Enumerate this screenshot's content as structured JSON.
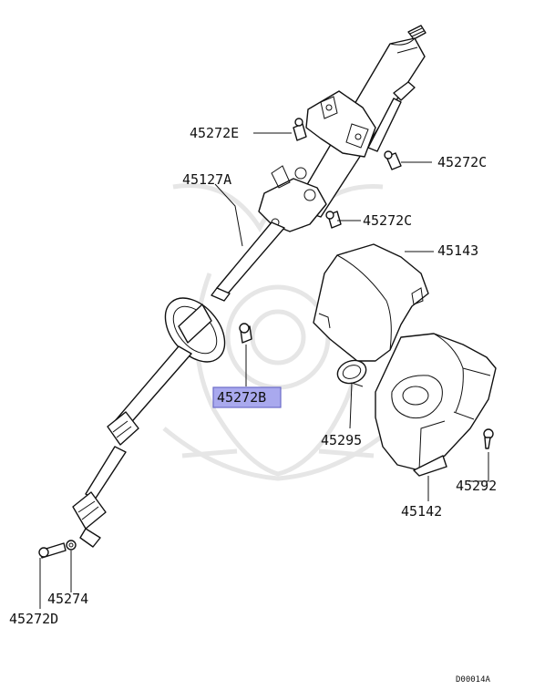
{
  "labels": {
    "p45272E": "45272E",
    "p45272C_top": "45272C",
    "p45127A": "45127A",
    "p45272C_mid": "45272C",
    "p45143": "45143",
    "p45272B": "45272B",
    "p45295": "45295",
    "p45292": "45292",
    "p45142": "45142",
    "p45274": "45274",
    "p45272D": "45272D"
  },
  "diagram_code": "D00014A",
  "colors": {
    "highlight": "#a9a9ee",
    "line": "#111111",
    "watermark": "#e6e6e6"
  }
}
